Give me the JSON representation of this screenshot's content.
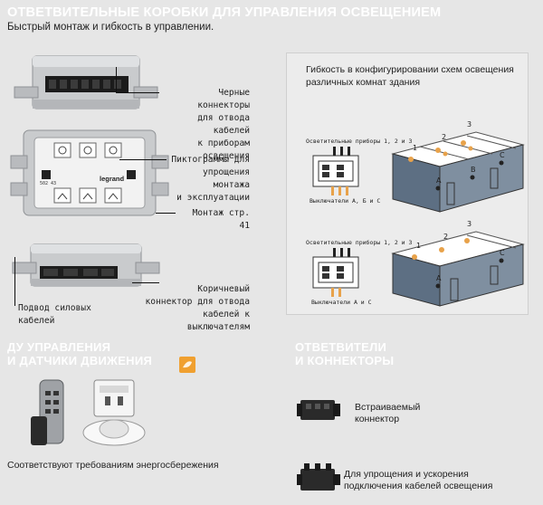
{
  "header": {
    "title": "ОТВЕТВИТЕЛЬНЫЕ КОРОБКИ ДЛЯ УПРАВЛЕНИЯ ОСВЕЩЕНИЕМ",
    "subtitle": "Быстрый монтаж и гибкость в управлении."
  },
  "boxes": {
    "callout_black": [
      "Черные коннекторы",
      "для отвода кабелей",
      "к приборам освещения"
    ],
    "callout_icons": [
      "Пиктограммы для",
      "упрощения монтажа",
      "и эксплуатации"
    ],
    "callout_mount": "Монтаж стр. 41",
    "callout_brown": [
      "Коричневый",
      "коннектор для отвода",
      "кабелей к выключателям"
    ],
    "callout_power": "Подвод силовых кабелей",
    "device_label": "legrand",
    "device_model": "502 43"
  },
  "diagram": {
    "title": [
      "Гибкость в конфигурировании схем освещения",
      "различных комнат здания"
    ],
    "top": {
      "fixtures_label": "Осветительные приборы 1, 2 и 3",
      "switches_label": "Выключатели А, Б и С",
      "numbers": [
        "1",
        "2",
        "3"
      ],
      "letters": [
        "A",
        "B",
        "C"
      ]
    },
    "bottom": {
      "fixtures_label": "Осветительные приборы 1, 2 и 3",
      "switches_label": "Выключатели А и С",
      "numbers": [
        "1",
        "2",
        "3"
      ],
      "letters": [
        "A",
        "C"
      ]
    }
  },
  "remote_section": {
    "title": [
      "ДУ УПРАВЛЕНИЯ",
      "И ДАТЧИКИ ДВИЖЕНИЯ"
    ],
    "caption": "Соответствуют требованиям энергосбережения"
  },
  "connectors_section": {
    "title": [
      "ОТВЕТВИТЕЛИ",
      "И КОННЕКТОРЫ"
    ],
    "item1": [
      "Встраиваемый",
      "коннектор"
    ],
    "item2": [
      "Для упрощения и ускорения",
      "подключения кабелей освещения"
    ]
  },
  "colors": {
    "background": "#e6e6e6",
    "heading": "#ffffff",
    "room_fill": "#5d6f83",
    "lamp": "#e8a24a",
    "eco_badge": "#f0a030"
  }
}
